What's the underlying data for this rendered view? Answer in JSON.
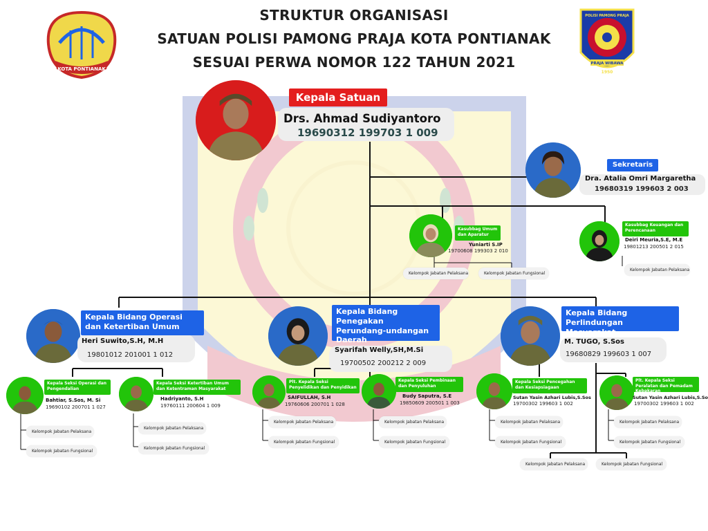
{
  "header": {
    "line1": "STRUKTUR ORGANISASI",
    "line2": "SATUAN POLISI PAMONG PRAJA KOTA PONTIANAK",
    "line3": "SESUAI PERWA NOMOR 122 TAHUN 2021"
  },
  "logos": {
    "left_text": "KOTA PONTIANAK",
    "right_text_top": "POLISI PAMONG PRAJA",
    "right_text_bottom": "PRAJA WIBAWA",
    "right_year": "1950"
  },
  "colors": {
    "role_red": "#e41e1e",
    "role_blue": "#1e63e6",
    "role_green": "#22c40a",
    "watermark_gold": "#f4e04a",
    "watermark_blue": "#1a3ca8",
    "watermark_red": "#c8102e",
    "pill_bg": "#eeeeee"
  },
  "head": {
    "role": "Kepala Satuan",
    "name": "Drs. Ahmad Sudiyantoro",
    "nip": "19690312 199703 1 009"
  },
  "secretary": {
    "role": "Sekretaris",
    "name": "Dra. Atalia Omri Margaretha",
    "nip": "19680319 199603 2 003"
  },
  "subsections": [
    {
      "role": "Kasubbag Umum dan Aparatur",
      "name": "Yuniarti S.IP",
      "nip": "19700608 199303 2 010",
      "groups": [
        "Kelompok Jabatan Pelaksana",
        "Kelompok Jabatan Fungsional"
      ]
    },
    {
      "role": "Kasubbag Keuangan dan Perencanaan",
      "name": "Deiri Meuria,S.E, M.E",
      "nip": "19801213 200501 2 015",
      "groups": [
        "Kelompok Jabatan Pelaksana"
      ]
    }
  ],
  "divisions": [
    {
      "role": "Kepala Bidang Operasi dan Ketertiban Umum",
      "name": "Heri Suwito,S.H, M.H",
      "nip": "19801012 201001 1 012"
    },
    {
      "role": "Kepala Bidang Penegakan Perundang-undangan Daerah",
      "name": "Syarifah Welly,SH,M.Si",
      "nip": "19700502 200212 2 009"
    },
    {
      "role": "Kepala Bidang Perlindungan Masyarakat",
      "name": "M. TUGO, S.Sos",
      "nip": "19680829 199603 1 007"
    }
  ],
  "sections": [
    {
      "role": "Kepala Seksi Operasi dan Pengendalian",
      "name": "Bahtiar, S.Sos, M. Si",
      "nip": "19690102 200701 1 027"
    },
    {
      "role": "Kepala Seksi Ketertiban Umum dan Ketentraman Masyarakat",
      "name": "Hadriyanto, S.H",
      "nip": "19760111 200604 1 009"
    },
    {
      "role": "Plt. Kepala Seksi Penyelidikan dan Penyidikan",
      "name": "SAIFULLAH, S.H",
      "nip": "19760606 200701 1 028"
    },
    {
      "role": "Kepala Seksi Pembinaan dan Penyuluhan",
      "name": "Budy Saputra, S.E",
      "nip": "19850609 200501 1 003"
    },
    {
      "role": "Kepala Seksi Pencegahan dan Kesiapsiagaan",
      "name": "Sutan Yasin Azhari Lubis,S.Sos",
      "nip": "19700302 199603 1 002"
    },
    {
      "role": "Plt. Kepala Seksi Peralatan dan Pemadam Kebakaran",
      "name": "Sutan Yasin Azhari Lubis,S.Sos",
      "nip": "19700302 199603 1 002"
    }
  ],
  "groups": {
    "pelaksana": "Kelompok Jabatan Pelaksana",
    "fungsional": "Kelompok Jabatan Fungsional"
  }
}
